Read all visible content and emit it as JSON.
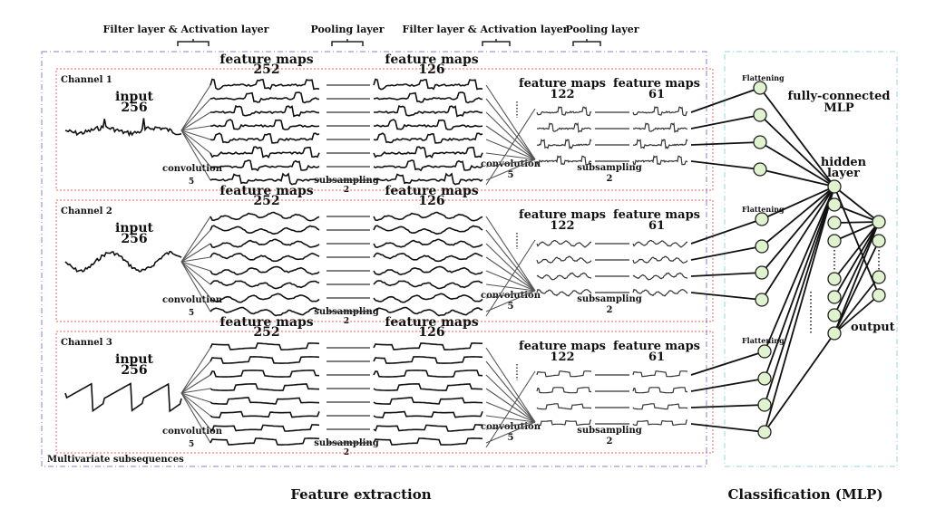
{
  "top_labels": {
    "filter1": "Filter layer & Activation layer",
    "pool1": "Pooling layer",
    "filter2": "Filter layer & Activation layer",
    "pool2": "Pooling layer"
  },
  "channels": [
    {
      "name": "Channel 1",
      "input_label": "input",
      "input_size": "256",
      "fm1_label": "feature maps",
      "fm1_size": "252",
      "fm2_label": "feature maps",
      "fm2_size": "126",
      "fm3_label": "feature maps",
      "fm3_size": "122",
      "fm4_label": "feature maps",
      "fm4_size": "61",
      "conv1_label": "convolution",
      "conv1_size": "5",
      "sub1_label": "subsampling",
      "sub1_size": "2",
      "conv2_label": "convolution",
      "conv2_size": "5",
      "sub2_label": "subsampling",
      "sub2_size": "2",
      "flatten_label": "Flattening"
    },
    {
      "name": "Channel 2",
      "input_label": "input",
      "input_size": "256",
      "fm1_label": "feature maps",
      "fm1_size": "252",
      "fm2_label": "feature maps",
      "fm2_size": "126",
      "fm3_label": "feature maps",
      "fm3_size": "122",
      "fm4_label": "feature maps",
      "fm4_size": "61",
      "conv1_label": "convolution",
      "conv1_size": "5",
      "sub1_label": "subsampling",
      "sub1_size": "2",
      "conv2_label": "convolution",
      "conv2_size": "5",
      "sub2_label": "subsampling",
      "sub2_size": "2",
      "flatten_label": "Flattening"
    },
    {
      "name": "Channel 3",
      "input_label": "input",
      "input_size": "256",
      "fm1_label": "feature maps",
      "fm1_size": "252",
      "fm2_label": "feature maps",
      "fm2_size": "126",
      "fm3_label": "feature maps",
      "fm3_size": "122",
      "fm4_label": "feature maps",
      "fm4_size": "61",
      "conv1_label": "convolution",
      "conv1_size": "5",
      "sub1_label": "subsampling",
      "sub1_size": "2",
      "conv2_label": "convolution",
      "conv2_size": "5",
      "sub2_label": "subsampling",
      "sub2_size": "2",
      "flatten_label": "Flattening"
    }
  ],
  "multivariate_label": "Multivariate subsequences",
  "mlp": {
    "title_line1": "fully-connected",
    "title_line2": "MLP",
    "hidden_line1": "hidden",
    "hidden_line2": "layer",
    "output_label": "output"
  },
  "bottom_labels": {
    "feature_extraction": "Feature extraction",
    "classification": "Classification (MLP)"
  },
  "colors": {
    "feature_box": "#8a7fd0",
    "channel_box": "#e8665a",
    "mlp_box": "#8fd8dc",
    "node_fill": "#dff3cf"
  }
}
